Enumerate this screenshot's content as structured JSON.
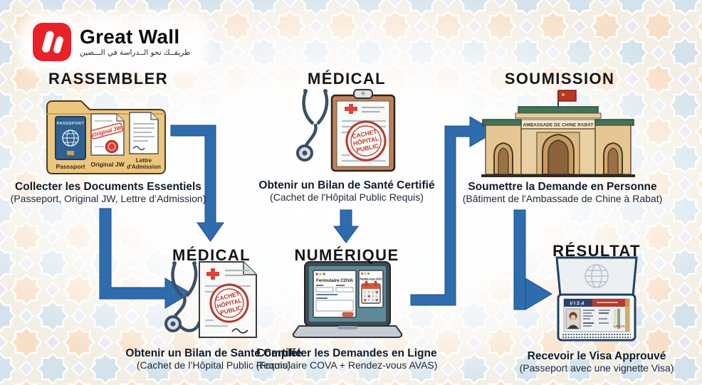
{
  "colors": {
    "arrow": "#2e6cae",
    "arrow_edge": "#1d4e86",
    "heading": "#161616",
    "caption": "#121c2b",
    "folder_tan": "#ecc57f",
    "stamp_red": "#b33a31",
    "logo_red": "#e8222a",
    "embassy_green": "#3f7557",
    "embassy_tan": "#e6c692"
  },
  "logo": {
    "brand": "Great Wall",
    "tagline": "طريقــك نحو الــدراسة في الـــصين"
  },
  "steps": {
    "rassembler": {
      "heading": "RASSEMBLER",
      "caption_bold": "Collecter les Documents Essentiels",
      "caption_sub": "(Passeport, Original JW, Lettre d’Admission)",
      "folder": {
        "passport_title": "PASSSPORT",
        "passport_label": "Passsport",
        "jw_stamp": "Original JW",
        "jw_label": "Original JW",
        "letter_label_line1": "Lettre",
        "letter_label_line2": "d'Admission"
      }
    },
    "medical_top": {
      "heading": "MÉDICAL",
      "caption_bold": "Obtenir un Bilan de Santé Certifié",
      "caption_sub": "(Cachet de l'Hôpital Public Requis)",
      "stamp": [
        "CACHET",
        "HÔPITAL",
        "PUBLIC"
      ]
    },
    "soumission": {
      "heading": "SOUMISSION",
      "caption_bold": "Soumettre la Demande en Personne",
      "caption_sub": "(Bâtiment de l'Ambassade de Chine à Rabat)",
      "building_sign": "AMBASSADE DE CHINE RABAT"
    },
    "medical_bottom": {
      "heading": "MÉDICAL",
      "caption_bold": "Obtenir un Bilan de Santé Certifié",
      "caption_sub": "(Cachet de l’Hôpital Public Requis)",
      "stamp": [
        "CACHET",
        "HÔPITAL",
        "PUBLIC"
      ]
    },
    "numerique": {
      "heading": "NUMÉRIQUE",
      "caption_bold": "Compléter les Demandes en Ligne",
      "caption_sub": "(Formulaire COVA + Rendez-vous AVAS)",
      "window1_title": "Fermulaire CDVA",
      "window2_title": "Rendez-vous AVAS"
    },
    "resultat": {
      "heading": "RÉSULTAT",
      "caption_bold": "Recevoir le Visa Approuvé",
      "caption_sub": "(Passeport avec une vignette Visa)",
      "visa_text": "VISA",
      "visa_code": "LPDCA"
    }
  }
}
